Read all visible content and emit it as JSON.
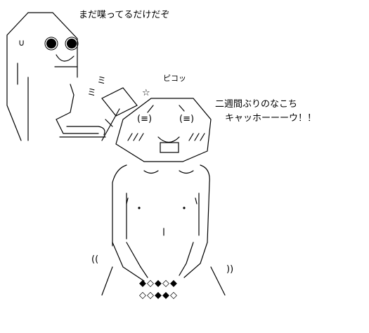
{
  "speech": {
    "top_left": "まだ喋ってるだけだぞ",
    "sound": "ピコッ",
    "line1": "二週間ぶりのなこち",
    "line2": "キャッホーーーウ！！"
  },
  "glyphs": {
    "left_eye_hint": "∪",
    "eq_left": "(≡)",
    "eq_right": "(≡)",
    "mi1": "ミ",
    "mi2": "ミ",
    "star": "☆",
    "left_paren": "((",
    "right_paren": "))"
  },
  "pattern": {
    "row1": "◆◇◆◇◆",
    "row2": "◇◇◆◆◇"
  },
  "colors": {
    "ink": "#000000",
    "background": "#ffffff"
  }
}
